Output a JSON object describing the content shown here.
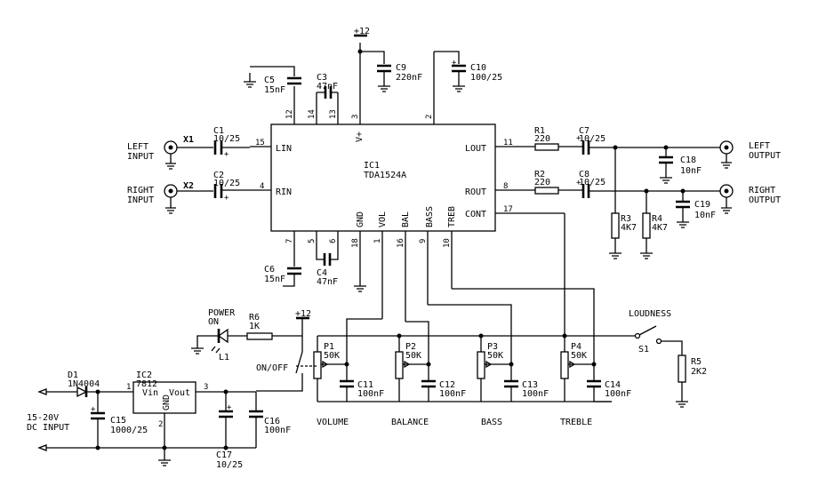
{
  "ic1": {
    "ref": "IC1",
    "part": "TDA1524A",
    "lin": "LIN",
    "rin": "RIN",
    "lout": "LOUT",
    "rout": "ROUT",
    "cont": "CONT",
    "vplus": "V+",
    "gnd": "GND",
    "vol": "VOL",
    "bal": "BAL",
    "bass": "BASS",
    "treb": "TREB"
  },
  "ic2": {
    "ref": "IC2",
    "part": "7812",
    "vin": "Vin",
    "vout": "Vout",
    "gnd": "GND"
  },
  "pins": {
    "p1": "1",
    "p2": "2",
    "p3": "3",
    "p4": "4",
    "p5": "5",
    "p6": "6",
    "p7": "7",
    "p8": "8",
    "p9": "9",
    "p10": "10",
    "p11": "11",
    "p12": "12",
    "p13": "13",
    "p14": "14",
    "p15": "15",
    "p16": "16",
    "p17": "17",
    "p18": "18"
  },
  "reg_pins": {
    "p1": "1",
    "p2": "2",
    "p3": "3"
  },
  "supply": {
    "top": "+12",
    "switch": "+12"
  },
  "inputs": {
    "left_line1": "LEFT",
    "left_line2": "INPUT",
    "left_ref": "X1",
    "right_line1": "RIGHT",
    "right_line2": "INPUT",
    "right_ref": "X2"
  },
  "outputs": {
    "left_line1": "LEFT",
    "left_line2": "OUTPUT",
    "right_line1": "RIGHT",
    "right_line2": "OUTPUT"
  },
  "caps": {
    "c1": {
      "ref": "C1",
      "val": "10/25"
    },
    "c2": {
      "ref": "C2",
      "val": "10/25"
    },
    "c3": {
      "ref": "C3",
      "val": "47nF"
    },
    "c4": {
      "ref": "C4",
      "val": "47nF"
    },
    "c5": {
      "ref": "C5",
      "val": "15nF"
    },
    "c6": {
      "ref": "C6",
      "val": "15nF"
    },
    "c7": {
      "ref": "C7",
      "val": "10/25"
    },
    "c8": {
      "ref": "C8",
      "val": "10/25"
    },
    "c9": {
      "ref": "C9",
      "val": "220nF"
    },
    "c10": {
      "ref": "C10",
      "val": "100/25"
    },
    "c11": {
      "ref": "C11",
      "val": "100nF"
    },
    "c12": {
      "ref": "C12",
      "val": "100nF"
    },
    "c13": {
      "ref": "C13",
      "val": "100nF"
    },
    "c14": {
      "ref": "C14",
      "val": "100nF"
    },
    "c15": {
      "ref": "C15",
      "val": "1000/25"
    },
    "c16": {
      "ref": "C16",
      "val": "100nF"
    },
    "c17": {
      "ref": "C17",
      "val": "10/25"
    },
    "c18": {
      "ref": "C18",
      "val": "10nF"
    },
    "c19": {
      "ref": "C19",
      "val": "10nF"
    }
  },
  "res": {
    "r1": {
      "ref": "R1",
      "val": "220"
    },
    "r2": {
      "ref": "R2",
      "val": "220"
    },
    "r3": {
      "ref": "R3",
      "val": "4K7"
    },
    "r4": {
      "ref": "R4",
      "val": "4K7"
    },
    "r5": {
      "ref": "R5",
      "val": "2K2"
    },
    "r6": {
      "ref": "R6",
      "val": "1K"
    }
  },
  "pots": {
    "p1": {
      "ref": "P1",
      "val": "50K",
      "name": "VOLUME"
    },
    "p2": {
      "ref": "P2",
      "val": "50K",
      "name": "BALANCE"
    },
    "p3": {
      "ref": "P3",
      "val": "50K",
      "name": "BASS"
    },
    "p4": {
      "ref": "P4",
      "val": "50K",
      "name": "TREBLE"
    }
  },
  "diode": {
    "ref": "D1",
    "part": "1N4004"
  },
  "led": {
    "ref": "L1",
    "line1": "POWER",
    "line2": "ON"
  },
  "switches": {
    "onoff": "ON/OFF",
    "s1": "S1",
    "loudness": "LOUDNESS"
  },
  "dc_input": {
    "line1": "15-20V",
    "line2": "DC INPUT"
  }
}
